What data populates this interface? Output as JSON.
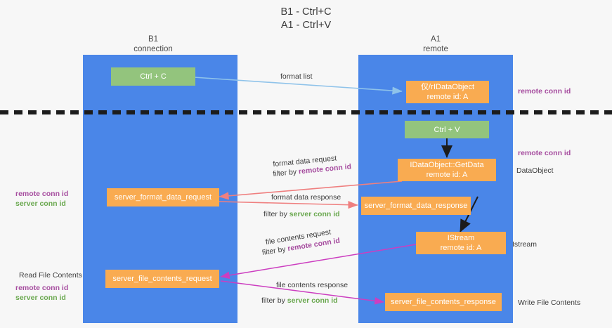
{
  "title": {
    "line1": "B1 - Ctrl+C",
    "line2": "A1 - Ctrl+V"
  },
  "columns": [
    {
      "name": "B1",
      "role": "connection"
    },
    {
      "name": "A1",
      "role": "remote"
    }
  ],
  "nodes": {
    "ctrl_c": {
      "label": "Ctrl + C"
    },
    "ctrl_v": {
      "label": "Ctrl + V"
    },
    "idataobject": {
      "line1": "仅/гIDataObject",
      "line2": "remote id: A"
    },
    "getdata": {
      "line1": "IDataObject::GetData",
      "line2": "remote id: A"
    },
    "istream": {
      "line1": "IStream",
      "line2": "remote id: A"
    },
    "server_format_data_request": {
      "label": "server_format_data_request"
    },
    "server_format_data_response": {
      "label": "server_format_data_response"
    },
    "server_file_contents_request": {
      "label": "server_file_contents_request"
    },
    "server_file_contents_response": {
      "label": "server_file_contents_response"
    }
  },
  "edges": {
    "format_list": {
      "label": "format list"
    },
    "format_data_request": {
      "label": "format data request",
      "filter_prefix": "filter by ",
      "filter_key": "remote conn id"
    },
    "format_data_response": {
      "label": "format data response",
      "filter_prefix": "filter by ",
      "filter_key": "server conn id"
    },
    "file_contents_request": {
      "label": "file contents request",
      "filter_prefix": "filter by ",
      "filter_key": "remote conn id"
    },
    "file_contents_response": {
      "label": "file contents response",
      "filter_prefix": "filter by ",
      "filter_key": "server conn id"
    }
  },
  "annotations": {
    "right_remote_conn_id_top": "remote conn id",
    "right_remote_conn_id_mid": "remote conn id",
    "right_dataobject": "DataObject",
    "right_istream": "Istream",
    "right_write_file_contents": "Write File Contents",
    "left_remote_conn_id_mid": "remote conn id",
    "left_server_conn_id_mid": "server conn id",
    "left_read_file_contents": "Read File Contents",
    "left_remote_conn_id_bot": "remote conn id",
    "left_server_conn_id_bot": "server conn id"
  },
  "colors": {
    "lane": "#4a86e8",
    "green_node": "#93c47d",
    "orange_node": "#f9ab51",
    "arrow_blue": "#8fc3ea",
    "arrow_red": "#ef7f7f",
    "arrow_magenta": "#cc3ec0",
    "arrow_black": "#1c1c1c",
    "keyword_purple": "#a64d9f",
    "keyword_green": "#6aa84f",
    "background": "#f7f7f7"
  }
}
